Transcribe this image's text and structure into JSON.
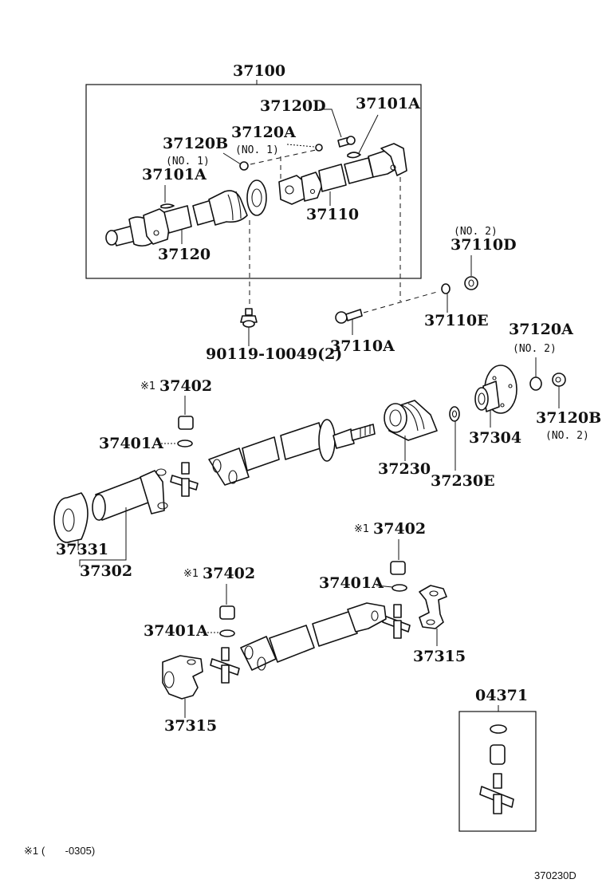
{
  "diagram": {
    "type": "exploded-parts-diagram",
    "subject": "Propeller shaft & universal joint",
    "diagram_code": "370230D",
    "footnote": {
      "mark": "※1",
      "text": "(       -0305)"
    },
    "groups": {
      "assembly_37100": {
        "label": "37100"
      },
      "kit_04371": {
        "label": "04371"
      }
    },
    "labels": {
      "p37120D": "37120D",
      "p37101A_top": "37101A",
      "p37120A_no1": "37120A",
      "p37120A_no1_sub": "(NO. 1)",
      "p37120B_no1": "37120B",
      "p37120B_no1_sub": "(NO. 1)",
      "p37101A_left": "37101A",
      "p37110": "37110",
      "p37120": "37120",
      "p37110D_sub": "(NO. 2)",
      "p37110D": "37110D",
      "p90119": "90119-10049(2)",
      "p37110A": "37110A",
      "p37110E": "37110E",
      "p37120A_no2": "37120A",
      "p37120A_no2_sub": "(NO. 2)",
      "p37402_a_mark": "※1",
      "p37402_a": "37402",
      "p37401A_a": "37401A",
      "p37230": "37230",
      "p37230E": "37230E",
      "p37304": "37304",
      "p37120B_no2": "37120B",
      "p37120B_no2_sub": "(NO. 2)",
      "p37331": "37331",
      "p37302": "37302",
      "p37402_b_mark": "※1",
      "p37402_b": "37402",
      "p37401A_b": "37401A",
      "p37402_c_mark": "※1",
      "p37402_c": "37402",
      "p37401A_c": "37401A",
      "p37315_right": "37315",
      "p37315_left": "37315"
    }
  }
}
